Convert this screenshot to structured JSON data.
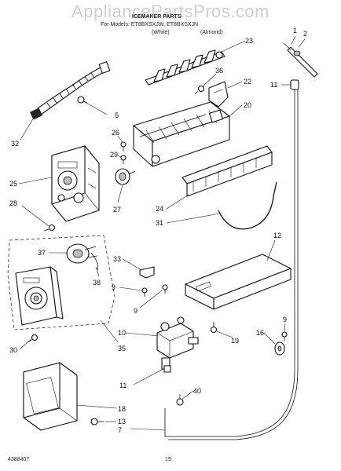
{
  "watermark": "AppliancePartsPros.com",
  "header": {
    "title": "ICEMAKER PARTS",
    "models_line": "For Models: ET8BXSXJW, ET8BXSXJN",
    "color_left": "(White)",
    "color_right": "(Almond)"
  },
  "callouts": [
    "1",
    "2",
    "23",
    "36",
    "22",
    "11",
    "5",
    "20",
    "32",
    "26",
    "29",
    "25",
    "27",
    "28",
    "24",
    "31",
    "12",
    "37",
    "33",
    "38",
    "9",
    "9",
    "10",
    "19",
    "9",
    "30",
    "35",
    "16",
    "11",
    "40",
    "18",
    "13",
    "7"
  ],
  "footer": {
    "doc_number": "4388407",
    "page_number": "19"
  }
}
